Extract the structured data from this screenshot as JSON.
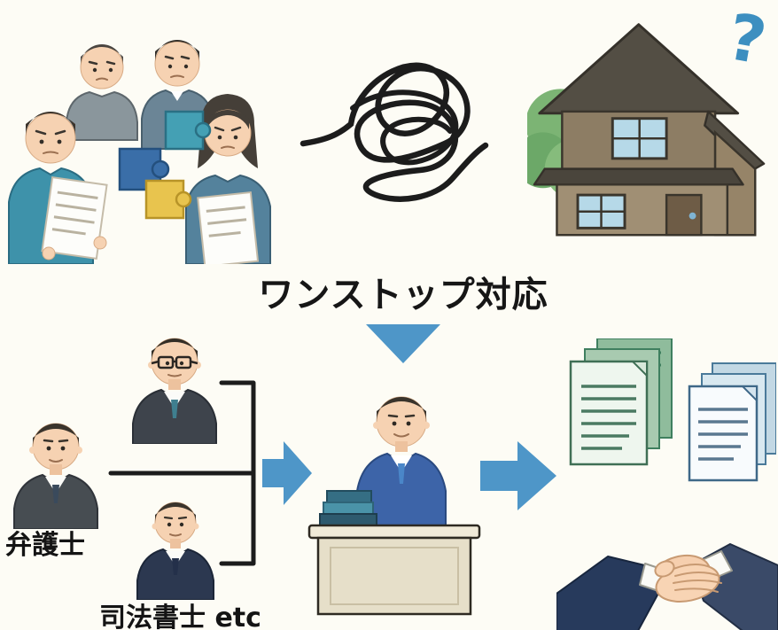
{
  "title": {
    "text": "ワンストップ対応"
  },
  "top_row": {
    "question_mark": "?"
  },
  "professionals": {
    "lawyer_label": "弁護士",
    "scrivener_label": "司法書士 etc"
  },
  "colors": {
    "arrow_blue": "#4e96c8",
    "line_black": "#1c1c1c",
    "accent_question": "#3d8fc0"
  }
}
